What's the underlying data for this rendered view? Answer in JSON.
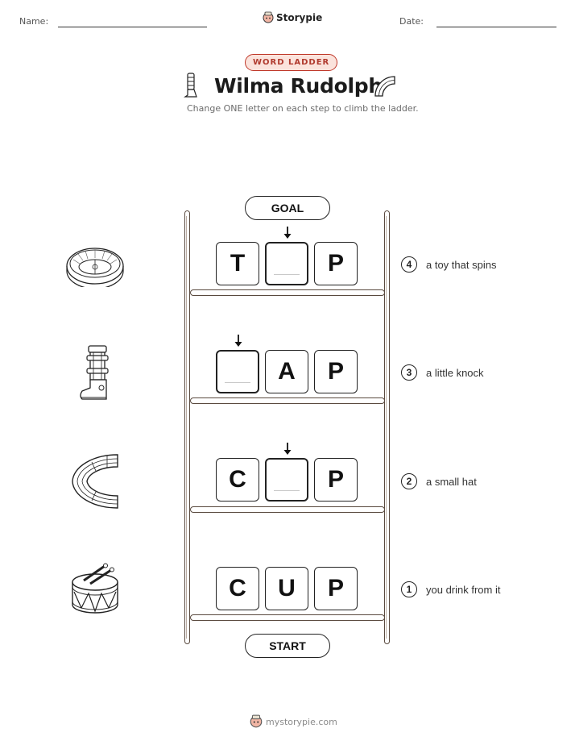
{
  "header": {
    "name_label": "Name:",
    "date_label": "Date:",
    "brand": "Storypie"
  },
  "badge": "WORD LADDER",
  "title": "Wilma Rudolph",
  "subtitle": "Change ONE letter on each step to climb the ladder.",
  "ladder": {
    "goal_label": "GOAL",
    "start_label": "START",
    "steps": [
      {
        "num": "4",
        "letters": [
          "T",
          "",
          "P"
        ],
        "clue": "a toy that spins",
        "image": "stadium-icon"
      },
      {
        "num": "3",
        "letters": [
          "",
          "A",
          "P"
        ],
        "clue": "a little knock",
        "image": "leg-brace-icon"
      },
      {
        "num": "2",
        "letters": [
          "C",
          "",
          "P"
        ],
        "clue": "a small hat",
        "image": "running-track-icon"
      },
      {
        "num": "1",
        "letters": [
          "C",
          "U",
          "P"
        ],
        "clue": "you drink from it",
        "image": "drum-icon"
      }
    ]
  },
  "footer": "mystorypie.com",
  "colors": {
    "badge_border": "#c0392b",
    "badge_fill": "#fbe3dc",
    "rail": "#5a4a3f"
  }
}
